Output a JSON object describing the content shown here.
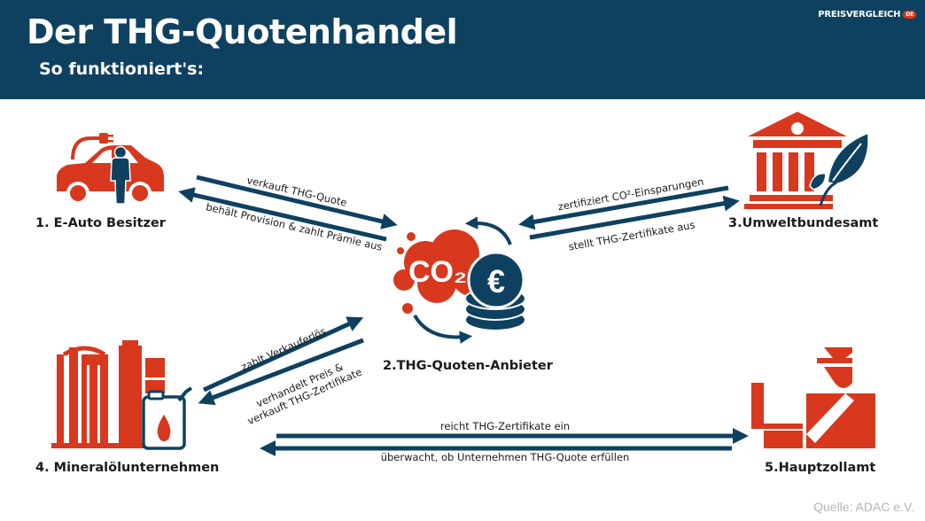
{
  "header": {
    "title": "Der THG-Quotenhandel",
    "subtitle": "So funktioniert's:",
    "brand": "PREISVERGLEICH",
    "brand_badge": "DE"
  },
  "nodes": {
    "owner": "1. E-Auto Besitzer",
    "provider": "2.THG-Quoten-Anbieter",
    "agency": "3.Umweltbundesamt",
    "oil": "4. Mineralölunternehmen",
    "customs": "5.Hauptzollamt"
  },
  "edges": {
    "owner_to_provider": "verkauft THG-Quote",
    "provider_to_owner": "behält Provision & zahlt Prämie aus",
    "provider_to_agency": "zertifiziert CO²-Einsparungen",
    "agency_to_provider": "stellt THG-Zertifikate aus",
    "oil_to_provider": "zahlt Verkauferlös",
    "provider_to_oil_line1": "verhandelt Preis &",
    "provider_to_oil_line2": "verkauft THG-Zertifikate",
    "oil_to_customs": "reicht THG-Zertifikate ein",
    "customs_to_oil": "überwacht, ob Unternehmen THG-Quote erfüllen"
  },
  "icons": {
    "co2_text": "CO₂",
    "euro_text": "€"
  },
  "source": "Quelle: ADAC e.V.",
  "colors": {
    "navy": "#0e4160",
    "red": "#d8381e"
  }
}
